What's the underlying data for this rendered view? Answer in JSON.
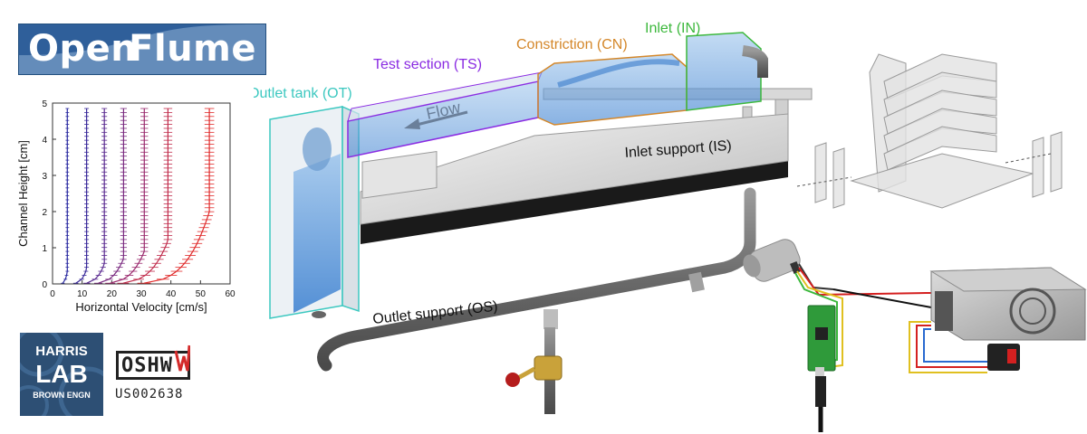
{
  "logo": {
    "word1": "Open",
    "word2": "Flume",
    "bg": "#2f5f9a",
    "accent": "#8fb1d6"
  },
  "chart_data": {
    "type": "scatter",
    "xlabel": "Horizontal Velocity [cm/s]",
    "ylabel": "Channel Height [cm]",
    "xlim": [
      0,
      60
    ],
    "ylim": [
      0,
      5
    ],
    "xticks": [
      "0",
      "10",
      "20",
      "30",
      "40",
      "50",
      "60"
    ],
    "yticks": [
      "0",
      "1",
      "2",
      "3",
      "4",
      "5"
    ],
    "grid": false,
    "series": [
      {
        "values": [
          5.0,
          5.0
        ],
        "color": "#2a2aa0",
        "u_inf": 5,
        "delta": 0.35
      },
      {
        "values": [
          11.5,
          11.5
        ],
        "color": "#3a2a9a",
        "u_inf": 11.5,
        "delta": 0.4
      },
      {
        "values": [
          17.5,
          17.5
        ],
        "color": "#5a2a90",
        "u_inf": 17.5,
        "delta": 0.55
      },
      {
        "values": [
          24,
          24
        ],
        "color": "#7a2a80",
        "u_inf": 24,
        "delta": 0.7
      },
      {
        "values": [
          31,
          31
        ],
        "color": "#9a2a6e",
        "u_inf": 31,
        "delta": 0.9
      },
      {
        "values": [
          39,
          39
        ],
        "color": "#c02a4a",
        "u_inf": 39,
        "delta": 1.2
      },
      {
        "values": [
          53,
          53
        ],
        "color": "#e02a2a",
        "u_inf": 53,
        "delta": 2.0
      }
    ]
  },
  "badges": {
    "harris_line1": "HARRIS",
    "harris_line2": "LAB",
    "harris_line3": "BROWN ENGN",
    "oshw_letters": "OSHW",
    "oshw_uid": "US002638"
  },
  "labels": {
    "outlet_tank": "Outlet tank (OT)",
    "test_section": "Test section (TS)",
    "constriction": "Constriction (CN)",
    "inlet": "Inlet (IN)",
    "flow": "Flow",
    "inlet_support": "Inlet support (IS)",
    "outlet_support": "Outlet support (OS)"
  },
  "colors": {
    "outlet_tank": "#3cc8c0",
    "test_section": "#8a2be2",
    "constriction": "#d4872a",
    "inlet": "#3cb83c",
    "water": "#5b9bd5"
  }
}
